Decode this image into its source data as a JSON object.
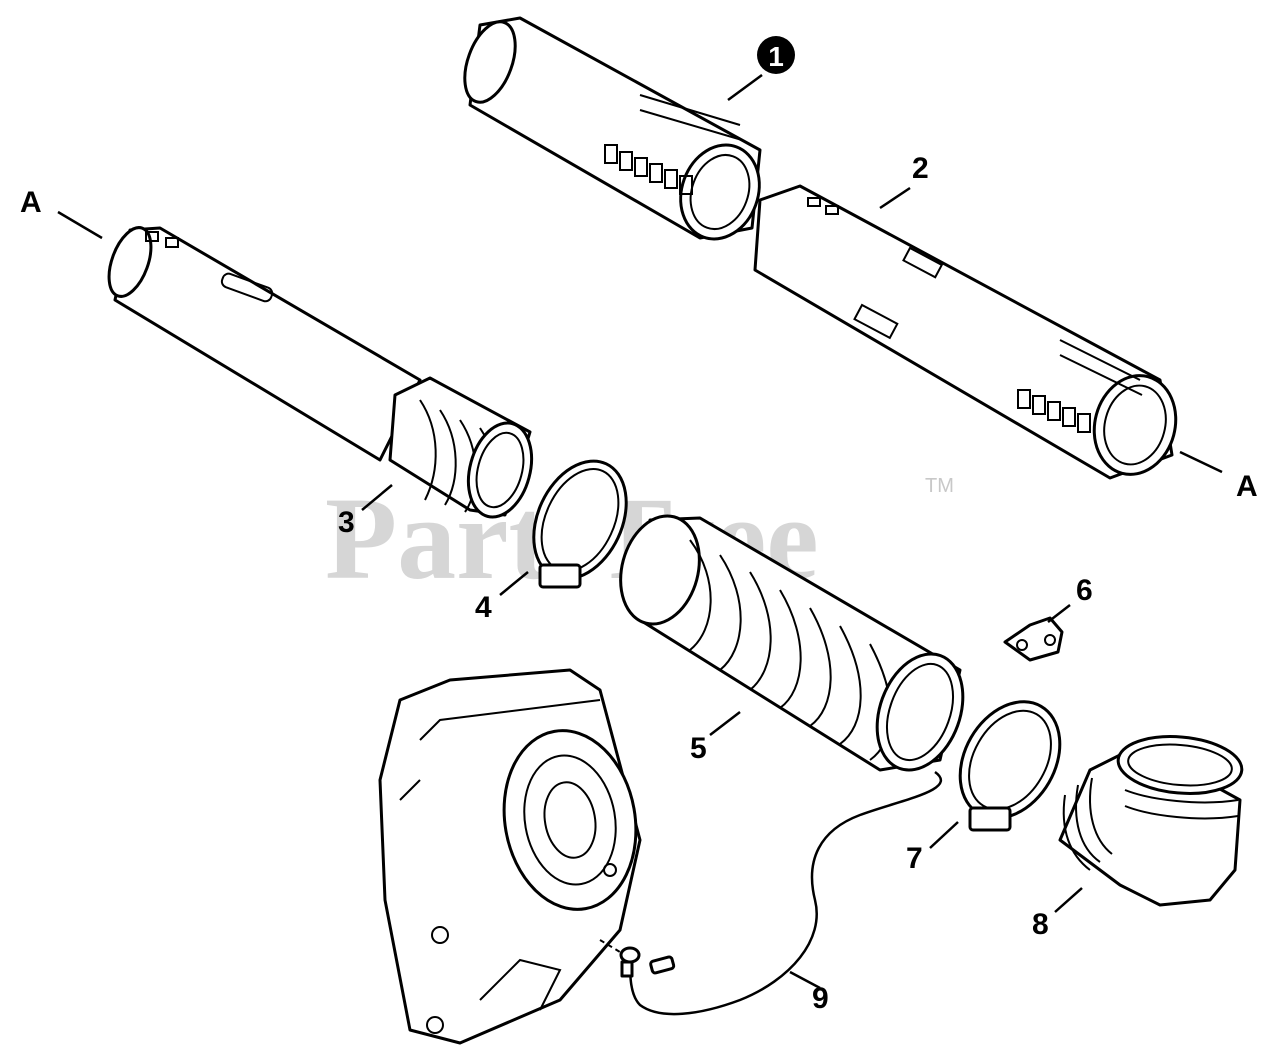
{
  "diagram": {
    "watermark": "PartsTree",
    "watermark_tm": "TM",
    "callouts": [
      {
        "id": "1",
        "filled": true
      },
      {
        "id": "2"
      },
      {
        "id": "3"
      },
      {
        "id": "4"
      },
      {
        "id": "5"
      },
      {
        "id": "6"
      },
      {
        "id": "7"
      },
      {
        "id": "8"
      },
      {
        "id": "9"
      }
    ],
    "connector_labels": [
      "A",
      "A"
    ]
  }
}
